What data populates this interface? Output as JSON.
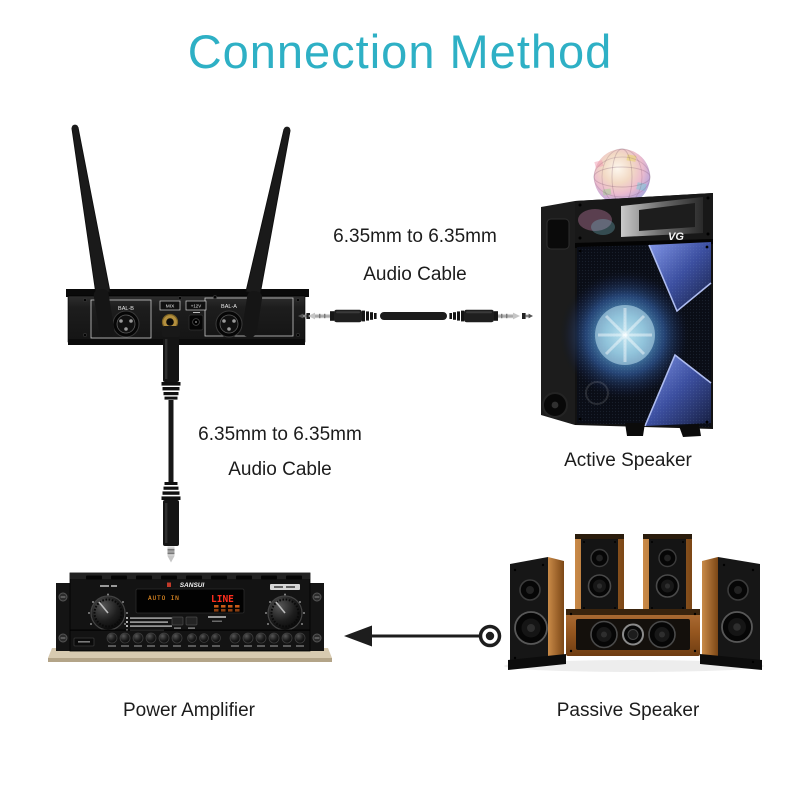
{
  "title": {
    "text": "Connection Method",
    "color": "#2eb0c5"
  },
  "connections": {
    "receiver_to_speaker_cable": {
      "line1": "6.35mm to 6.35mm",
      "line2": "Audio Cable"
    },
    "receiver_to_amplifier_cable": {
      "line1": "6.35mm to 6.35mm",
      "line2": "Audio Cable"
    }
  },
  "devices": {
    "receiver": {
      "ports": {
        "left_xlr": "BAL-B",
        "mix": "MIX",
        "dc_power": "+12V",
        "right_xlr": "BAL-A"
      }
    },
    "active_speaker": {
      "caption": "Active Speaker",
      "logo": "VG"
    },
    "amplifier": {
      "caption": "Power Amplifier",
      "brand": "SANSUI",
      "display_left": "AUTO IN",
      "display_right": "LINE"
    },
    "passive_speaker": {
      "caption": "Passive Speaker"
    }
  }
}
